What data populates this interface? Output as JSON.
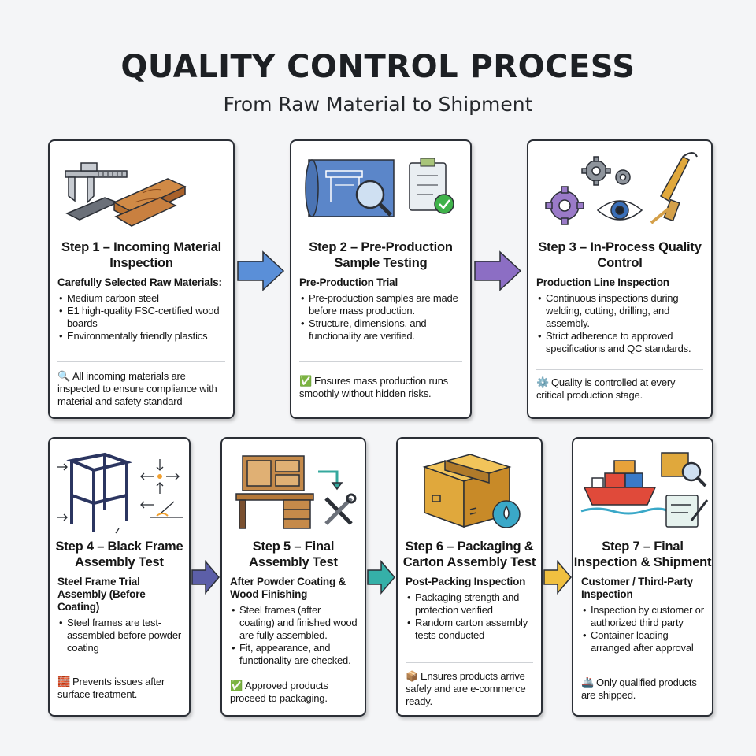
{
  "title": "QUALITY CONTROL PROCESS",
  "subtitle": "From Raw Material to Shipment",
  "steps": [
    {
      "title": "Step 1 – Incoming Material Inspection",
      "subheading": "Carefully Selected Raw Materials:",
      "bullets": [
        "Medium carbon steel",
        "E1 high-quality FSC-certified wood boards",
        "Environmentally friendly plastics"
      ],
      "note": "All incoming materials are inspected to ensure compliance with material and safety standard",
      "note_icon": "magnifier-icon"
    },
    {
      "title": "Step 2 – Pre-Production Sample Testing",
      "subheading": "Pre-Production Trial",
      "bullets": [
        "Pre-production samples are made before mass production.",
        "Structure, dimensions, and functionality are verified."
      ],
      "note": "Ensures mass production runs smoothly without hidden risks.",
      "note_icon": "check-icon"
    },
    {
      "title": "Step 3 – In-Process Quality Control",
      "subheading": "Production Line Inspection",
      "bullets": [
        "Continuous inspections during welding, cutting, drilling, and assembly.",
        "Strict adherence to approved specifications and QC standards."
      ],
      "note": "Quality is controlled at every critical production stage.",
      "note_icon": "gear-icon"
    },
    {
      "title": "Step 4 – Black Frame Assembly Test",
      "subheading": "Steel Frame Trial Assembly (Before Coating)",
      "bullets": [
        "Steel frames are test-assembled before powder coating"
      ],
      "note": "Prevents issues after surface treatment.",
      "note_icon": "brick-icon"
    },
    {
      "title": "Step 5 – Final Assembly Test",
      "subheading": "After Powder Coating & Wood Finishing",
      "bullets": [
        "Steel frames (after coating) and finished wood are fully assembled.",
        "Fit, appearance, and functionality are checked."
      ],
      "note": "Approved products proceed to packaging.",
      "note_icon": "check-icon"
    },
    {
      "title": "Step 6 – Packaging & Carton Assembly Test",
      "subheading": "Post-Packing Inspection",
      "bullets": [
        "Packaging strength and protection verified",
        "Random carton assembly tests conducted"
      ],
      "note": "Ensures products arrive safely and are e-commerce ready.",
      "note_icon": "package-icon"
    },
    {
      "title": "Step 7 – Final Inspection & Shipment",
      "subheading": "Customer / Third-Party Inspection",
      "bullets": [
        "Inspection by customer or authorized third party",
        "Container loading arranged after approval"
      ],
      "note": "Only qualified products are shipped.",
      "note_icon": "ship-icon"
    }
  ],
  "colors": {
    "arrow_blue": "#5a8fd8",
    "arrow_purple": "#8c6ec4",
    "arrow_indigo": "#5c5fa8",
    "arrow_teal": "#35b0a8",
    "arrow_yellow": "#f0c040",
    "check_green": "#3fb24a"
  }
}
